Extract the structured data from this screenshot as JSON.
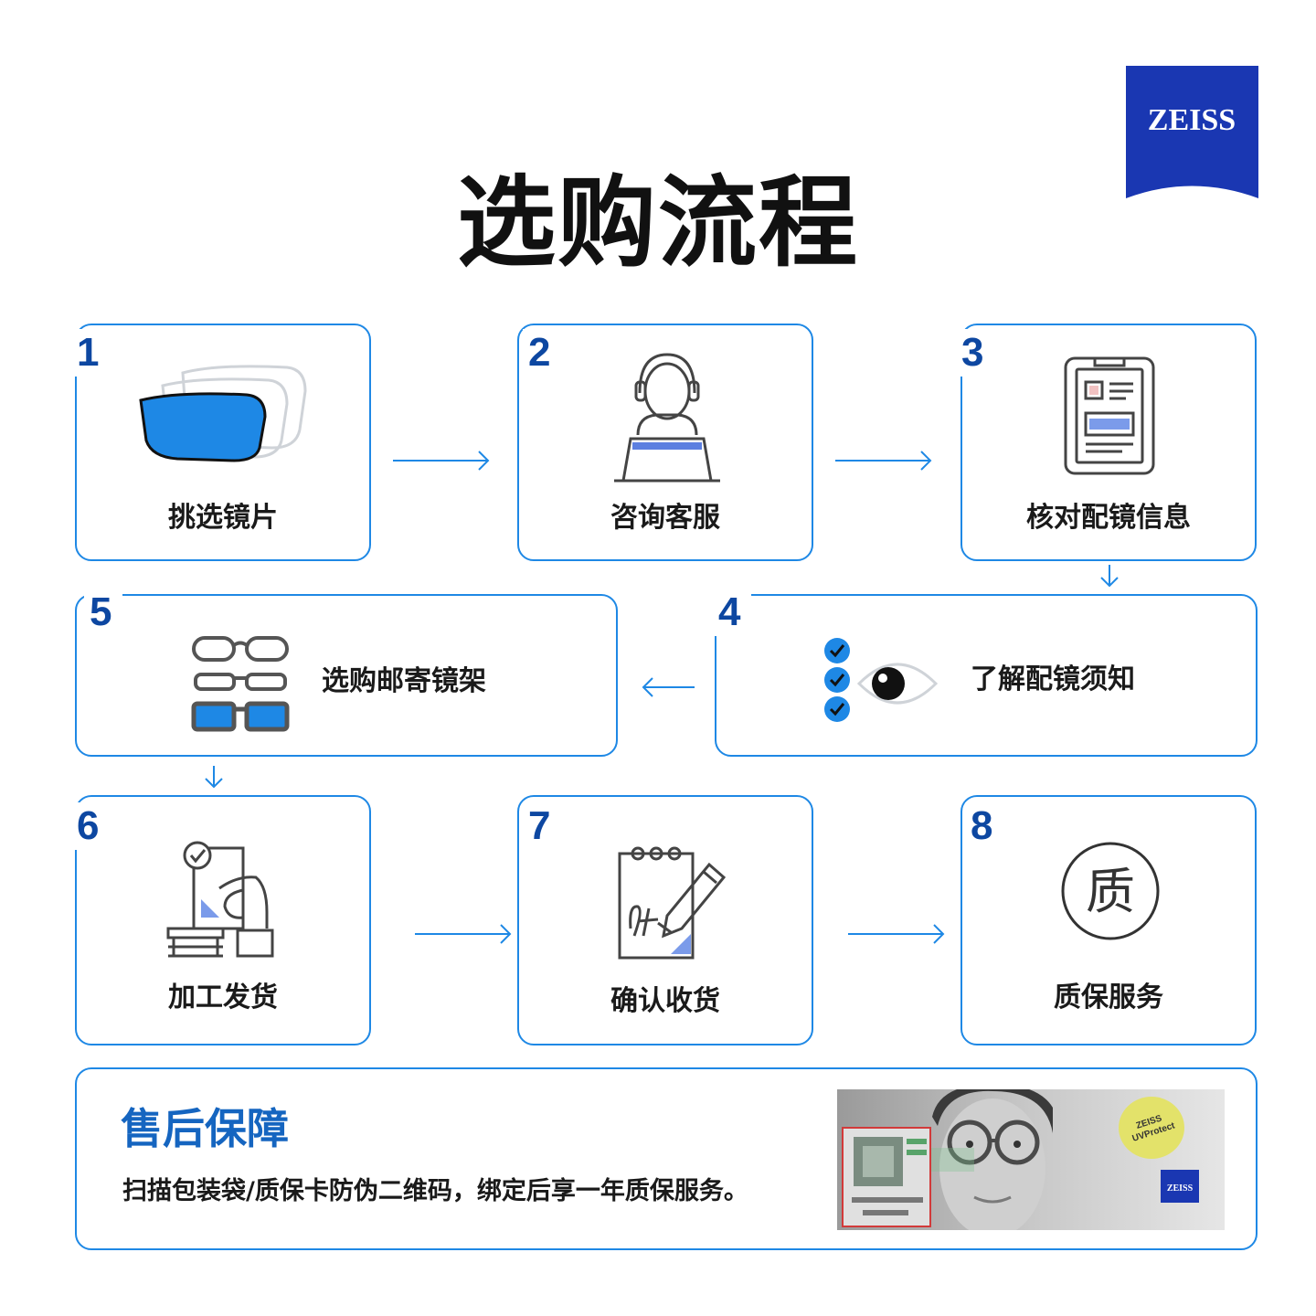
{
  "brand": {
    "logo_text": "ZEISS",
    "color": "#1a37b2"
  },
  "title": "选购流程",
  "steps": [
    {
      "num": "1",
      "label": "挑选镜片",
      "icon": "lens-icon"
    },
    {
      "num": "2",
      "label": "咨询客服",
      "icon": "customer-service-icon"
    },
    {
      "num": "3",
      "label": "核对配镜信息",
      "icon": "document-icon"
    },
    {
      "num": "4",
      "label": "了解配镜须知",
      "icon": "eye-checklist-icon"
    },
    {
      "num": "5",
      "label": "选购邮寄镜架",
      "icon": "glasses-frames-icon"
    },
    {
      "num": "6",
      "label": "加工发货",
      "icon": "delivery-icon"
    },
    {
      "num": "7",
      "label": "确认收货",
      "icon": "signature-icon"
    },
    {
      "num": "8",
      "label": "质保服务",
      "icon": "quality-icon",
      "icon_text": "质"
    }
  ],
  "aftersale": {
    "title": "售后保障",
    "text": "扫描包装袋/质保卡防伪二维码，绑定后享一年质保服务。",
    "photo_logo": "ZEISS",
    "photo_badge": "ZEISS UVProtect"
  },
  "colors": {
    "accent": "#1e88e5",
    "number": "#0d47a1",
    "lens_blue": "#1e88e5"
  }
}
